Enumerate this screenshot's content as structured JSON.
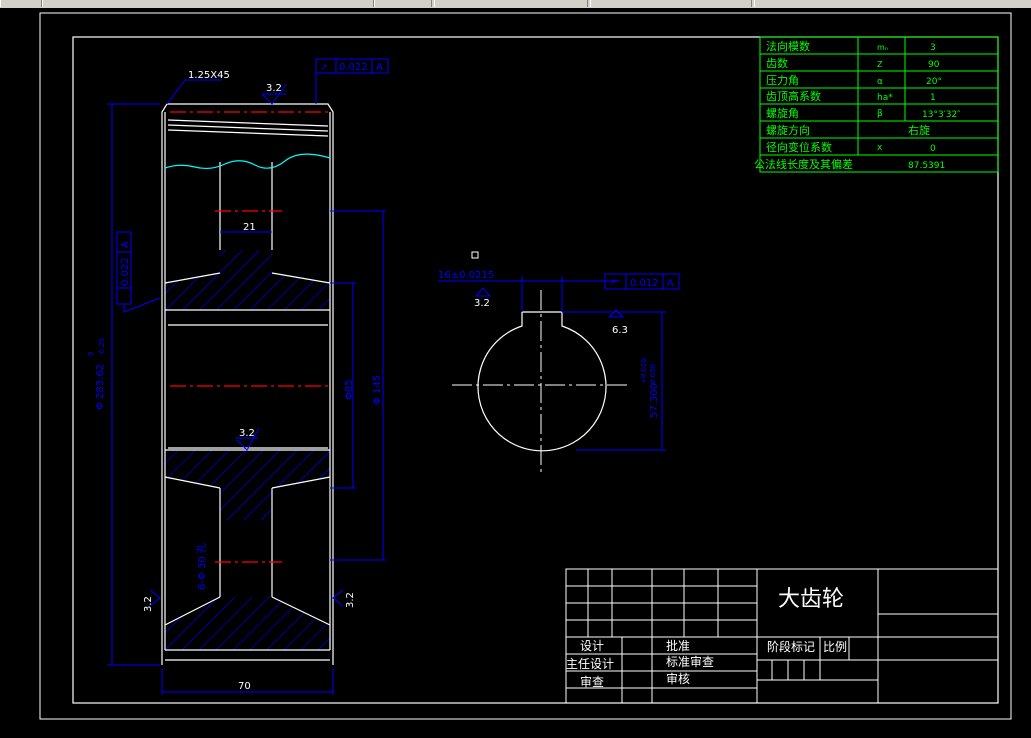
{
  "colors": {
    "background": "#000000",
    "frame": "#ffffff",
    "dimension": "#0000ff",
    "table": "#00ff00",
    "centerline": "#ff0000",
    "hatch": "#0000ff",
    "cyan": "#00ffff"
  },
  "params_table": {
    "rows": [
      {
        "name": "法向模数",
        "symbol": "mₙ",
        "value": "3"
      },
      {
        "name": "齿数",
        "symbol": "Z",
        "value": "90"
      },
      {
        "name": "压力角",
        "symbol": "α",
        "value": "20°"
      },
      {
        "name": "齿顶高系数",
        "symbol": "ha*",
        "value": "1"
      },
      {
        "name": "螺旋角",
        "symbol": "β",
        "value": "13°3′32″"
      },
      {
        "name": "螺旋方向",
        "symbol": "",
        "value": "右旋"
      },
      {
        "name": "径向变位系数",
        "symbol": "x",
        "value": "0"
      }
    ],
    "footer_name": "公法线长度及其偏差",
    "footer_value": "87.5391"
  },
  "title_block": {
    "part_name": "大齿轮",
    "designer": "设计",
    "chief_designer": "主任设计",
    "reviewer": "审查",
    "approve": "批准",
    "std_review": "标准审查",
    "audit": "审核",
    "stage_mark": "阶段标记",
    "scale": "比例"
  },
  "dims": {
    "chamfer": "1.25X45",
    "rough_top": "3.2",
    "runout_top": "0.022",
    "datum_a": "A",
    "runout_left": "0.022",
    "od": "Φ 283.62",
    "od_tol_upper": "0",
    "od_tol_lower": "-0.25",
    "web_dim": "21",
    "bore": "Φ85",
    "hub": "Φ 145",
    "rough_bore": "3.2",
    "hole_note": "6-Φ 30 孔",
    "rough_left": "3.2",
    "rough_right": "3.2",
    "width": "70",
    "key_width": "16±0.0215",
    "rough_key": "3.2",
    "runout_key": "0.012",
    "rough_key_bottom": "6.3",
    "key_depth": "57.300",
    "key_depth_tol_upper": "+0.020",
    "key_depth_tol_lower": "0.000"
  }
}
